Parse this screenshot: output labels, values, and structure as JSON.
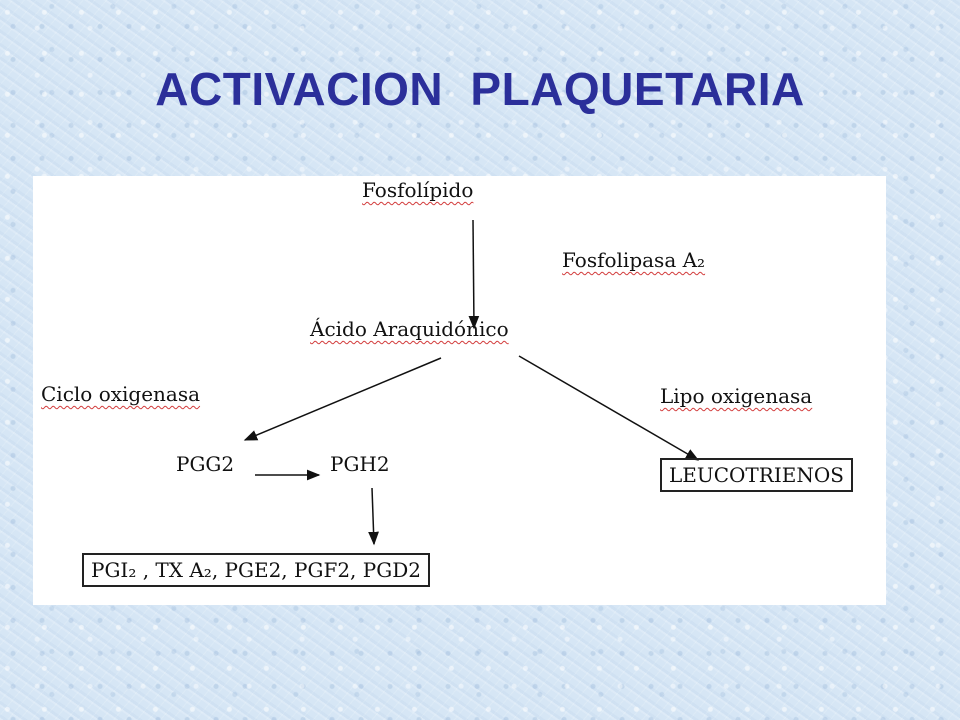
{
  "title": "ACTIVACION PLAQUETARIA",
  "diagram": {
    "fosfolipido": "Fosfolípido",
    "fosfolipasa": "Fosfolipasa A₂",
    "acido": "Ácido Araquidónico",
    "ciclo": "Ciclo oxigenasa",
    "lipo": "Lipo oxigenasa",
    "pgg2": "PGG2",
    "pgh2": "PGH2",
    "leucotrienos": "LEUCOTRIENOS",
    "prostanoides": "PGI₂ , TX A₂, PGE2, PGF2, PGD2"
  },
  "colors": {
    "title": "#2b2f9a",
    "background": "#d6e6f5",
    "spellcheck_underline": "#d23b3b"
  }
}
